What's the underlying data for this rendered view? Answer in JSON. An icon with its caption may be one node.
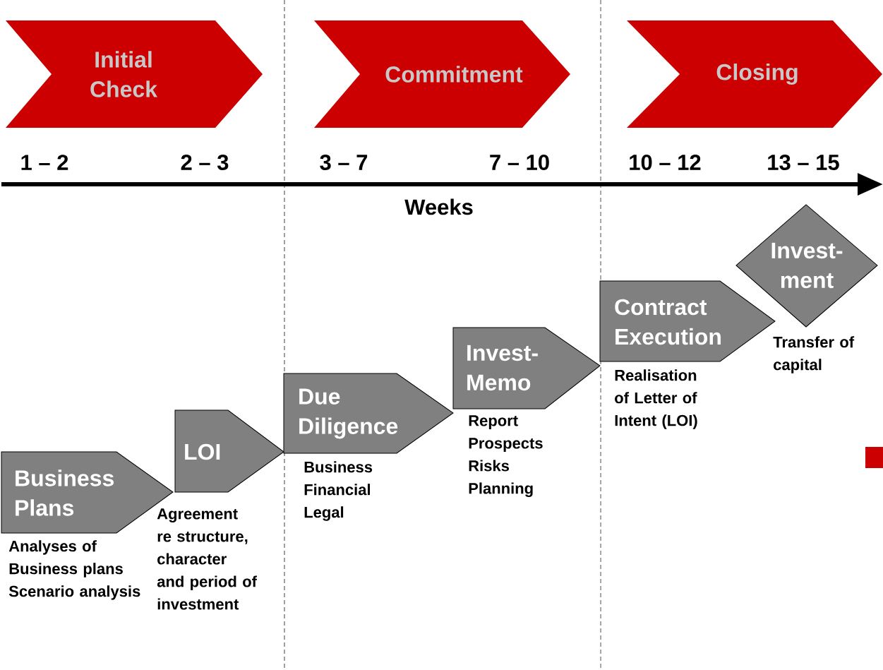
{
  "diagram": {
    "nodes": [
      {
        "text": [
          "Initial Check"
        ]
      },
      {
        "text": [
          "Commitment"
        ]
      },
      {
        "text": [
          "Closing"
        ]
      },
      {
        "text": [
          "Business Plans"
        ],
        "beside": [
          "Analyses of Business plans",
          "Scenario analysis"
        ]
      },
      {
        "text": [
          "LOI"
        ]
      },
      {
        "text": [
          "Due Diligence"
        ],
        "beside": [
          "Business",
          "Financial",
          "Legal"
        ]
      },
      {
        "text": [
          "Invest- Memo"
        ],
        "beside": [
          "Report",
          "Prospects",
          "Risks",
          "Planning"
        ]
      },
      {
        "text": [
          "Contract Execution"
        ],
        "beside": [
          "Realisation of Letter of Intent (LOI)"
        ]
      },
      {
        "text": [
          "Invest- ment"
        ],
        "beside": [
          "Transfer of capital"
        ]
      }
    ],
    "labels": [
      "1 – 2",
      "2 – 3",
      "3 – 7",
      "7 – 10",
      "10 – 12",
      "13 – 15",
      "Weeks",
      "Agreement re structure, character and period of investment"
    ]
  }
}
